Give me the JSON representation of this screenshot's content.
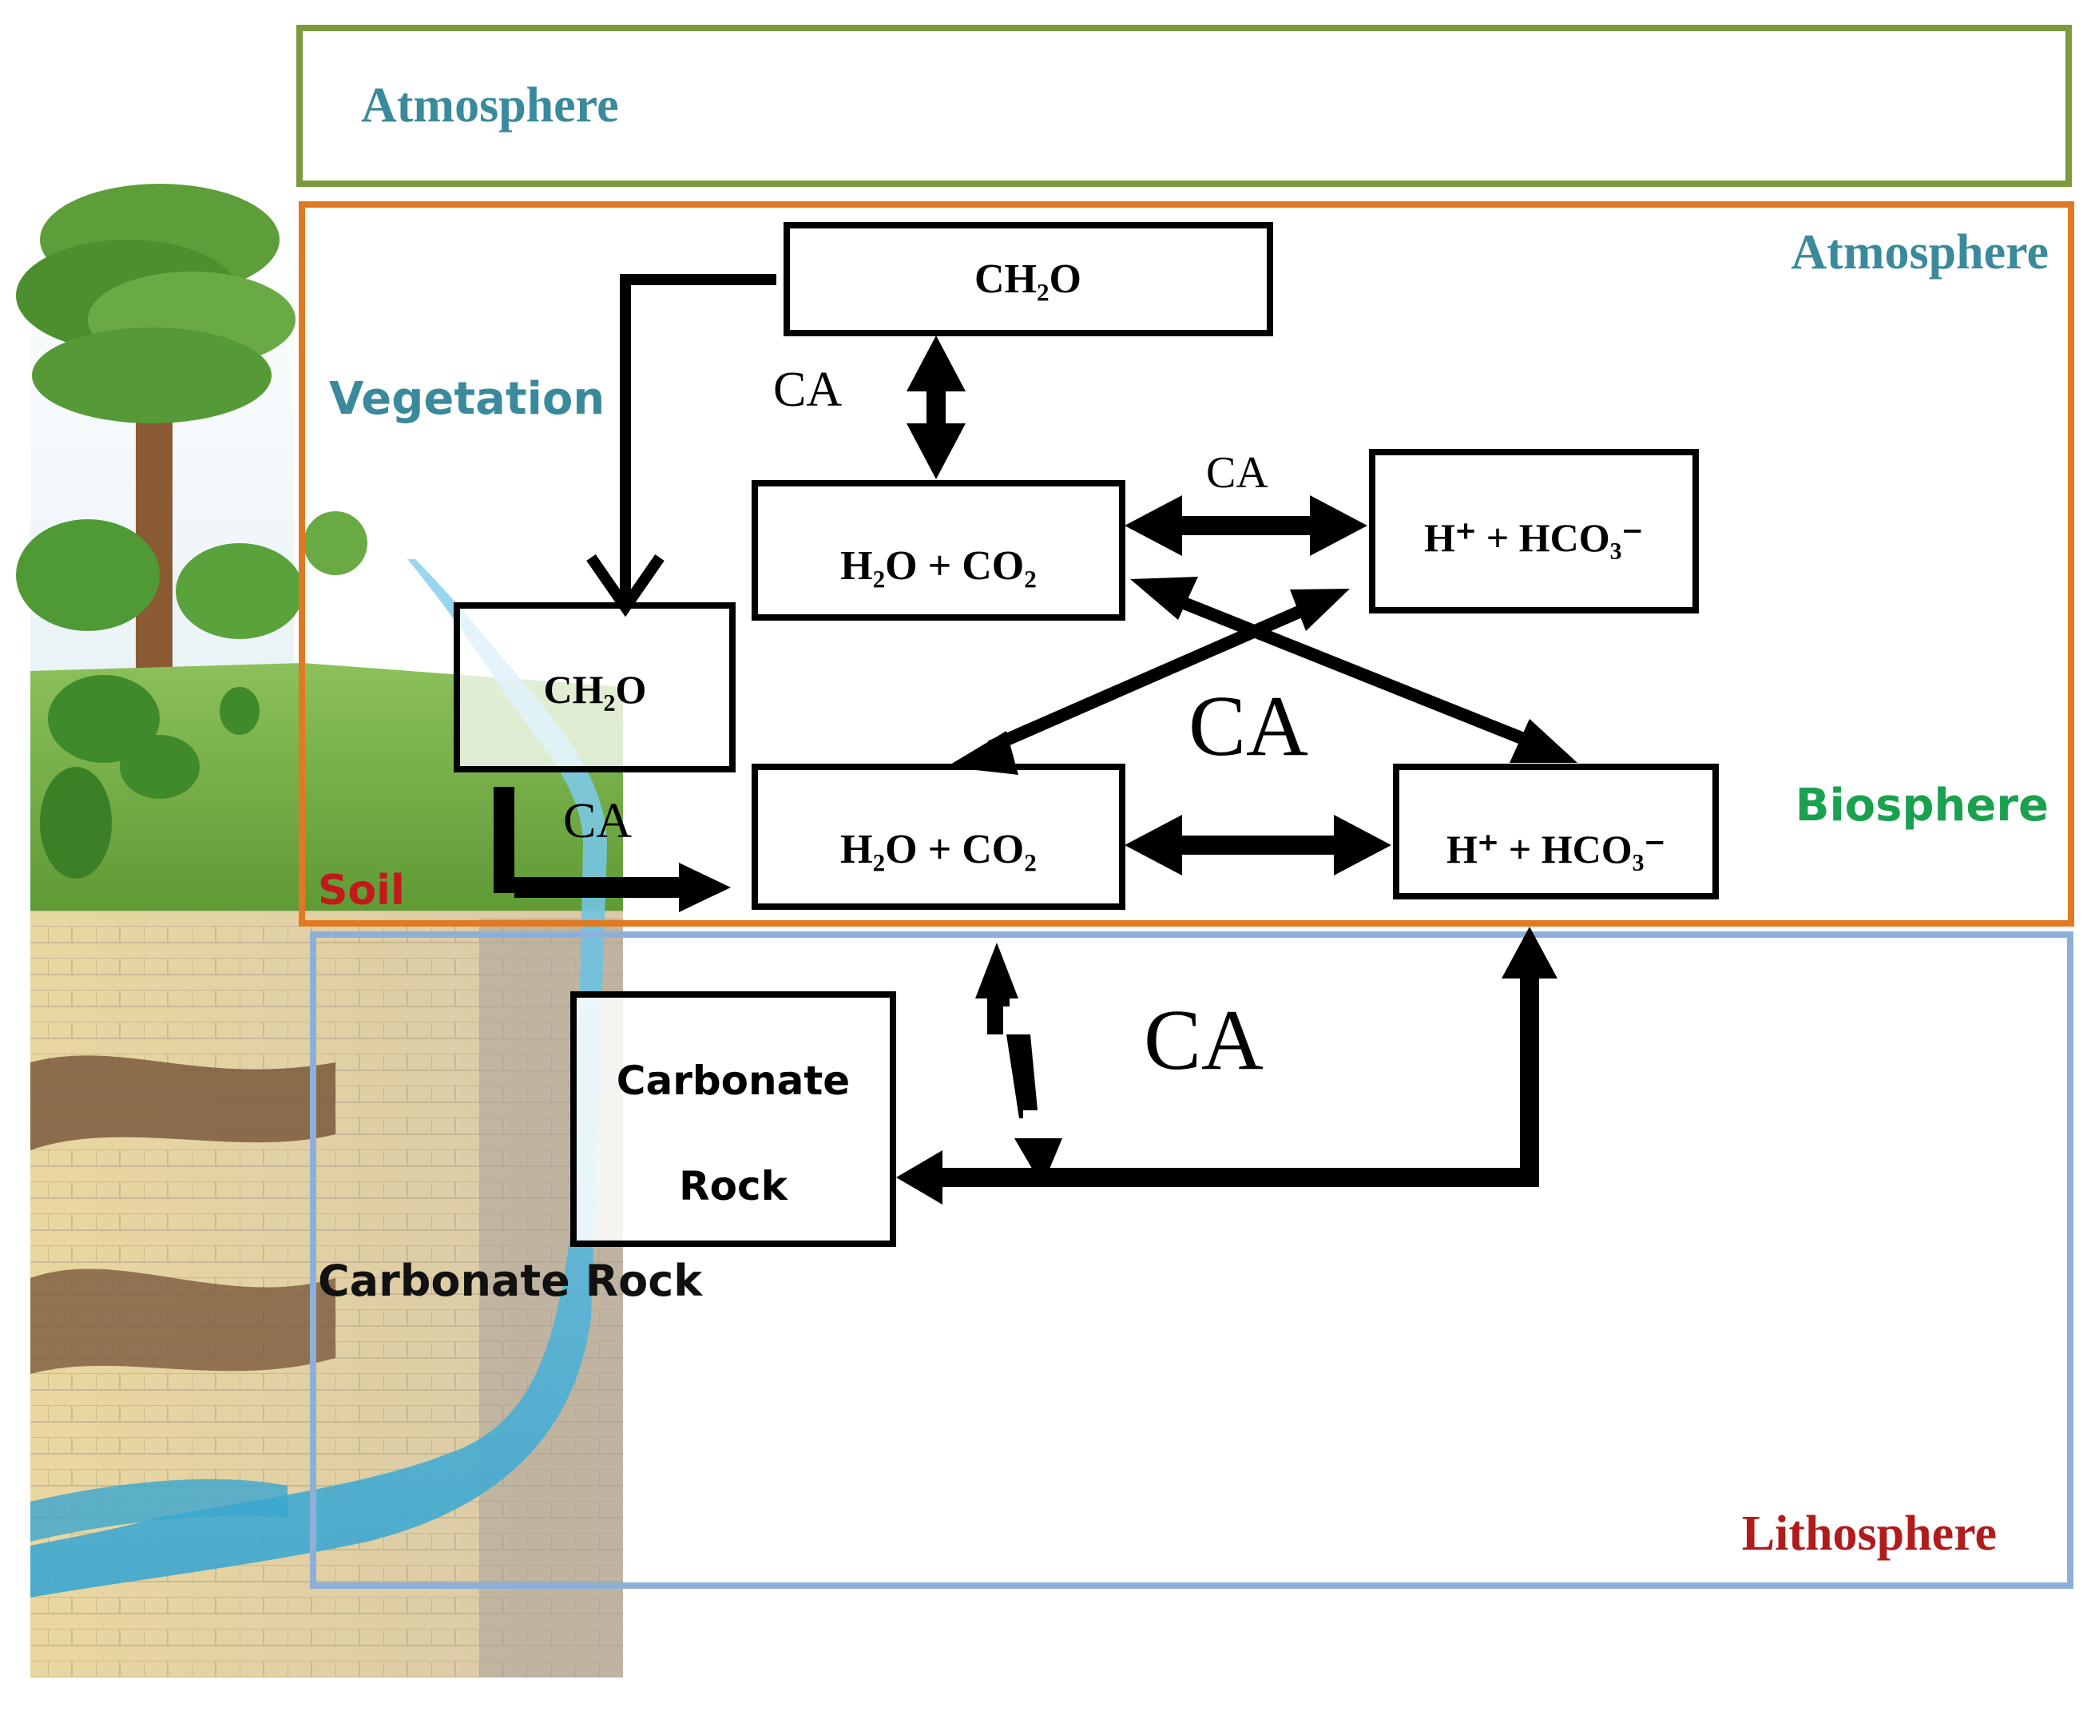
{
  "zones": {
    "atmosphere_top": {
      "label": "Atmosphere",
      "color": "#3a8a9c",
      "border": "#7a9a3c"
    },
    "biosphere": {
      "label_top": "Atmosphere",
      "label_right": "Biosphere",
      "border": "#e07a22",
      "label_top_color": "#3a8a9c",
      "label_right_color": "#1aa14f"
    },
    "lithosphere": {
      "label": "Lithosphere",
      "border": "#8eb0d8",
      "color": "#b01c1c"
    }
  },
  "scene_labels": {
    "vegetation": "Vegetation",
    "vegetation_color": "#3a8a9c",
    "soil": "Soil",
    "soil_color": "#c21a1a",
    "carbonate_rock": "Carbonate Rock"
  },
  "boxes": {
    "ch2o_top": "CH₂O",
    "h2o_co2_upper": "H₂O + CO₂",
    "h_hco3_upper": "H⁺ + HCO₃⁻",
    "ch2o_soil": "CH₂O",
    "h2o_co2_lower": "H₂O + CO₂",
    "h_hco3_lower": "H⁺ + HCO₃⁻",
    "carbonate_rock_line1": "Carbonate",
    "carbonate_rock_line2": "Rock"
  },
  "ca_labels": {
    "ca_vertical": "CA",
    "ca_upper_horizontal": "CA",
    "ca_cross": "CA",
    "ca_soil": "CA",
    "ca_lithosphere": "CA"
  },
  "icons": [
    "tree-icon",
    "soil-cross-section-icon",
    "stream-icon"
  ]
}
